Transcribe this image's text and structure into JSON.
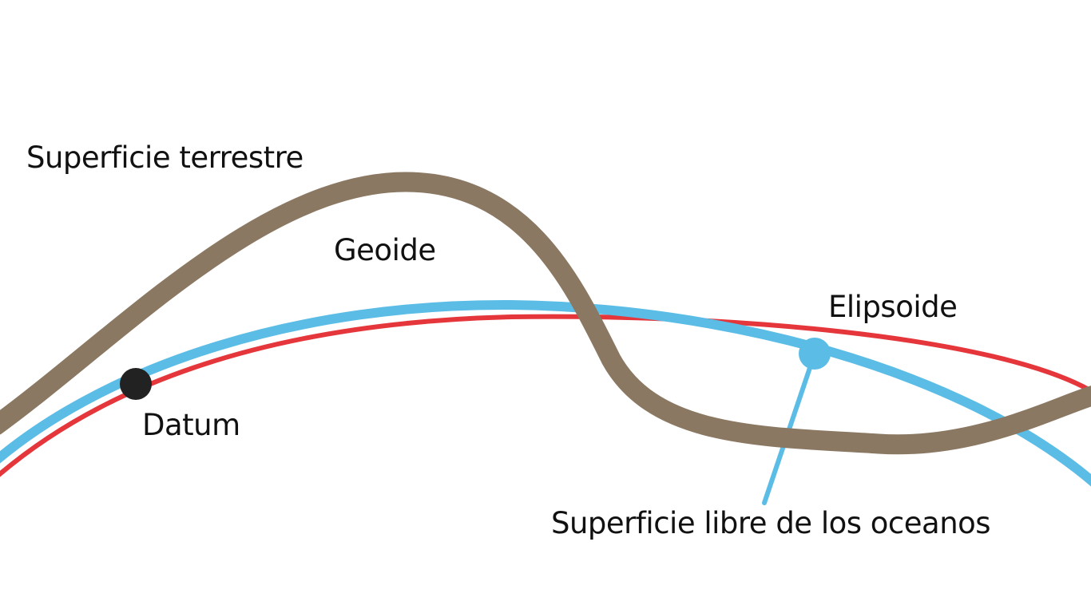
{
  "labels": {
    "terrain_surface": "Superficie terrestre",
    "geoid": "Geoide",
    "ellipsoid": "Elipsoide",
    "datum": "Datum",
    "ocean_surface": "Superficie libre de los oceanos"
  },
  "colors": {
    "terrain_curve": "#8b7862",
    "geoid_curve": "#5bbde6",
    "ellipsoid_curve": "#e5373b",
    "datum_point": "#222222",
    "ocean_marker": "#5bbde6",
    "text": "#111111",
    "background": "#ffffff"
  }
}
